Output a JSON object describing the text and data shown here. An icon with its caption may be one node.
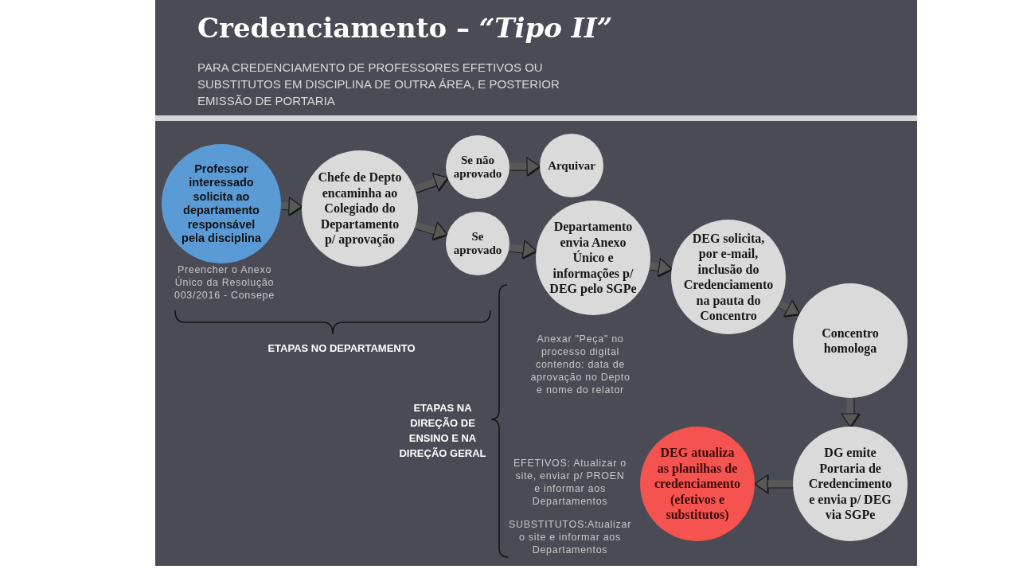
{
  "diagram": {
    "title": "Credenciamento – *“Tipo II”*",
    "nodes": [
      {
        "text": [
          "Professor interessado solicita ao departamento responsável pela disciplina"
        ],
        "beside": [
          "Preencher o Anexo Único da Resolução 003/2016 - Consepe"
        ]
      },
      {
        "text": [
          "Chefe de Depto encaminha ao Colegiado do Departamento p/ aprovação"
        ]
      },
      {
        "text": [
          "Se não aprovado"
        ]
      },
      {
        "text": [
          "Arquivar"
        ]
      },
      {
        "text": [
          "Se aprovado"
        ]
      },
      {
        "text": [
          "Departamento envia Anexo Único e informações p/ DEG pelo SGPe"
        ],
        "beside": [
          "Anexar \"Peça\" no processo digital contendo: data de aprovação no Depto e nome do relator"
        ]
      },
      {
        "text": [
          "DEG solicita, por e-mail, inclusão do Credenciamento na pauta do Concentro"
        ]
      },
      {
        "text": [
          "Concentro homologa"
        ]
      },
      {
        "text": [
          "DG emite Portaria de Credencimento e envia p/ DEG via SGPe"
        ]
      },
      {
        "text": [
          "DEG atualiza as planilhas de credenciamento (efetivos e substitutos)"
        ],
        "beside": [
          "EFETIVOS: Atualizar o site, enviar p/ PROEN e informar aos Departamentos",
          "SUBSTITUTOS:Atualizar o site e informar aos Departamentos"
        ]
      }
    ],
    "edges": [
      {
        "from": 0,
        "to": 1,
        "arrow": "to"
      },
      {
        "from": 1,
        "to": 2,
        "arrow": "to"
      },
      {
        "from": 1,
        "to": 4,
        "arrow": "to"
      },
      {
        "from": 2,
        "to": 3,
        "arrow": "to"
      },
      {
        "from": 4,
        "to": 5,
        "arrow": "to"
      },
      {
        "from": 5,
        "to": 6,
        "arrow": "to"
      },
      {
        "from": 6,
        "to": 7,
        "arrow": "to"
      },
      {
        "from": 7,
        "to": 8,
        "arrow": "to"
      },
      {
        "from": 8,
        "to": 9,
        "arrow": "to"
      }
    ],
    "labels": [
      "PARA CREDENCIAMENTO DE PROFESSORES EFETIVOS OU SUBSTITUTOS EM DISCIPLINA DE OUTRA ÁREA, E POSTERIOR EMISSÃO DE PORTARIA",
      "ETAPAS NO DEPARTAMENTO",
      "ETAPAS NA DIREÇÃO DE ENSINO E NA DIREÇÃO GERAL"
    ]
  }
}
